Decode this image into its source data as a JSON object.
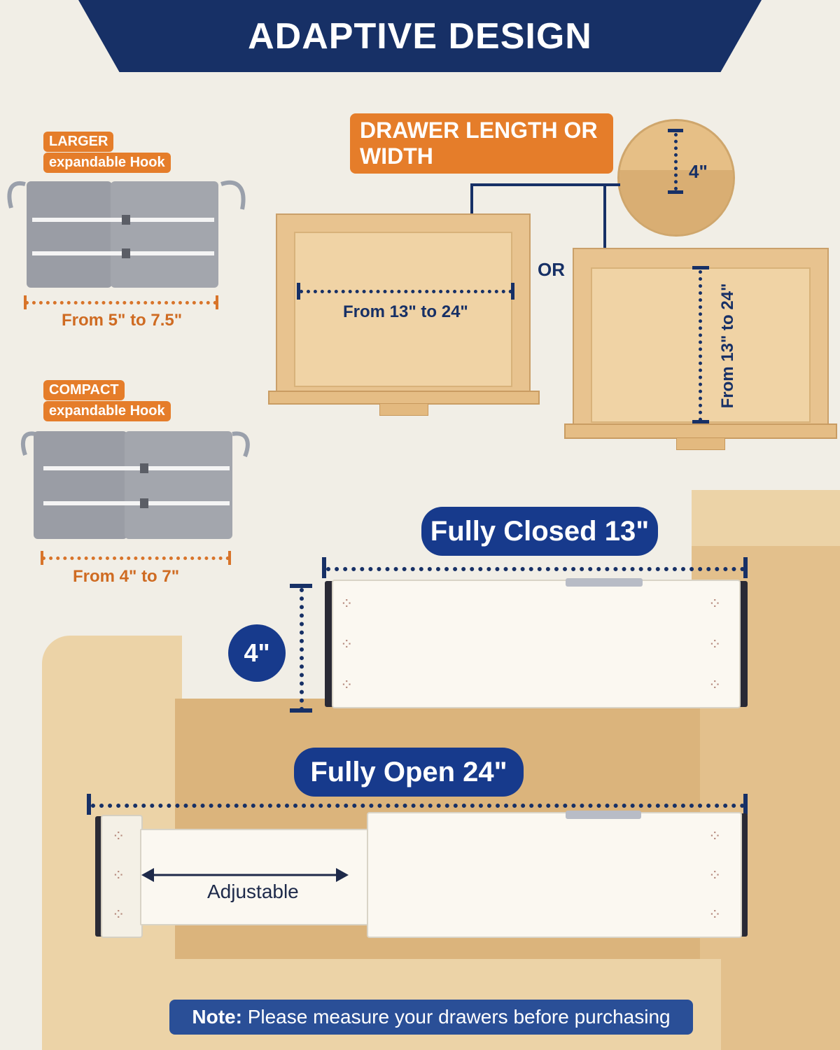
{
  "header": {
    "title": "ADAPTIVE DESIGN"
  },
  "hooks": {
    "larger": {
      "tag_line1": "LARGER",
      "tag_line2": "expandable Hook",
      "range": "From 5\" to 7.5\""
    },
    "compact": {
      "tag_line1": "COMPACT",
      "tag_line2": "expandable Hook",
      "range": "From 4\" to 7\""
    }
  },
  "drawers": {
    "tag_line1": "DRAWER LENGTH OR",
    "tag_line2": "WIDTH",
    "depth_label": "4\"",
    "or_label": "OR",
    "width_label": "From 13\" to 24\"",
    "length_label": "From 13\" to 24\""
  },
  "divider": {
    "closed_label": "Fully Closed 13\"",
    "height_label": "4\"",
    "open_label": "Fully Open 24\"",
    "adjustable_label": "Adjustable"
  },
  "note": {
    "bold": "Note:",
    "text": " Please measure your drawers before purchasing"
  },
  "colors": {
    "navy": "#173066",
    "orange": "#e57d2a",
    "pill_blue": "#173a8c"
  }
}
